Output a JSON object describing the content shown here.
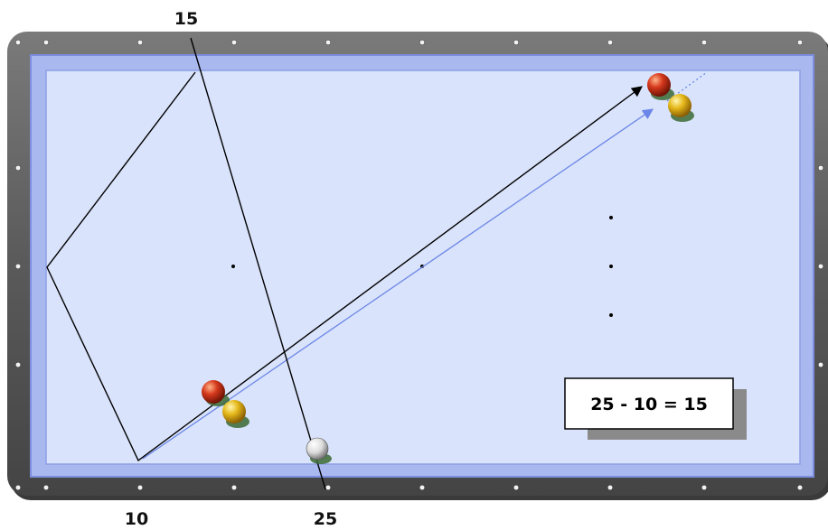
{
  "diagram": {
    "labels": {
      "top": "15",
      "bottom_left": "10",
      "bottom_mid": "25"
    },
    "formula": "25 - 10 = 15"
  },
  "colors": {
    "frame": "#5e5e5e",
    "frame_dark": "#3a3a3a",
    "diamond": "#f2f2f2",
    "cushion": "#a9b8ef",
    "cushion_inner": "#7d8ee0",
    "cloth": "#d9e3fb",
    "black_path": "#000000",
    "blue_path": "#6b86e6",
    "red_ball": "#d02c14",
    "yellow_ball": "#e6b91a",
    "white_ball": "#e8e8e8",
    "shadow": "#3c6a35"
  }
}
